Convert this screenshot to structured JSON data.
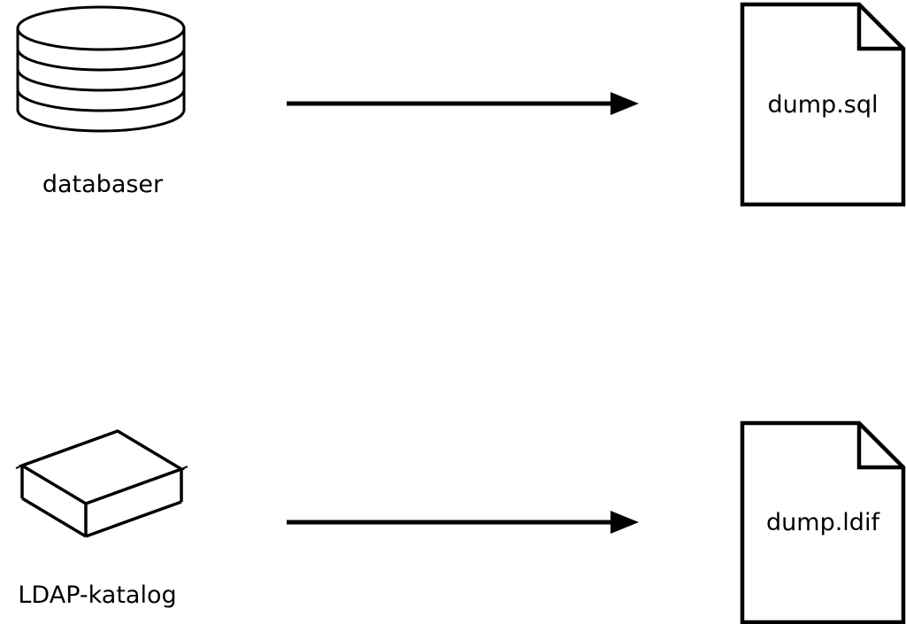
{
  "diagram": {
    "description": "Two export flows: a database is dumped to dump.sql, an LDAP directory is dumped to dump.ldif",
    "rows": [
      {
        "source_label": "databaser",
        "source_icon": "database-cylinder-icon",
        "connector_icon": "arrow-right-icon",
        "target_icon": "document-icon",
        "file_label": "dump.sql"
      },
      {
        "source_label": "LDAP-katalog",
        "source_icon": "ldap-box-icon",
        "connector_icon": "arrow-right-icon",
        "target_icon": "document-icon",
        "file_label": "dump.ldif"
      }
    ]
  },
  "colors": {
    "stroke": "#000000",
    "background": "#ffffff"
  }
}
